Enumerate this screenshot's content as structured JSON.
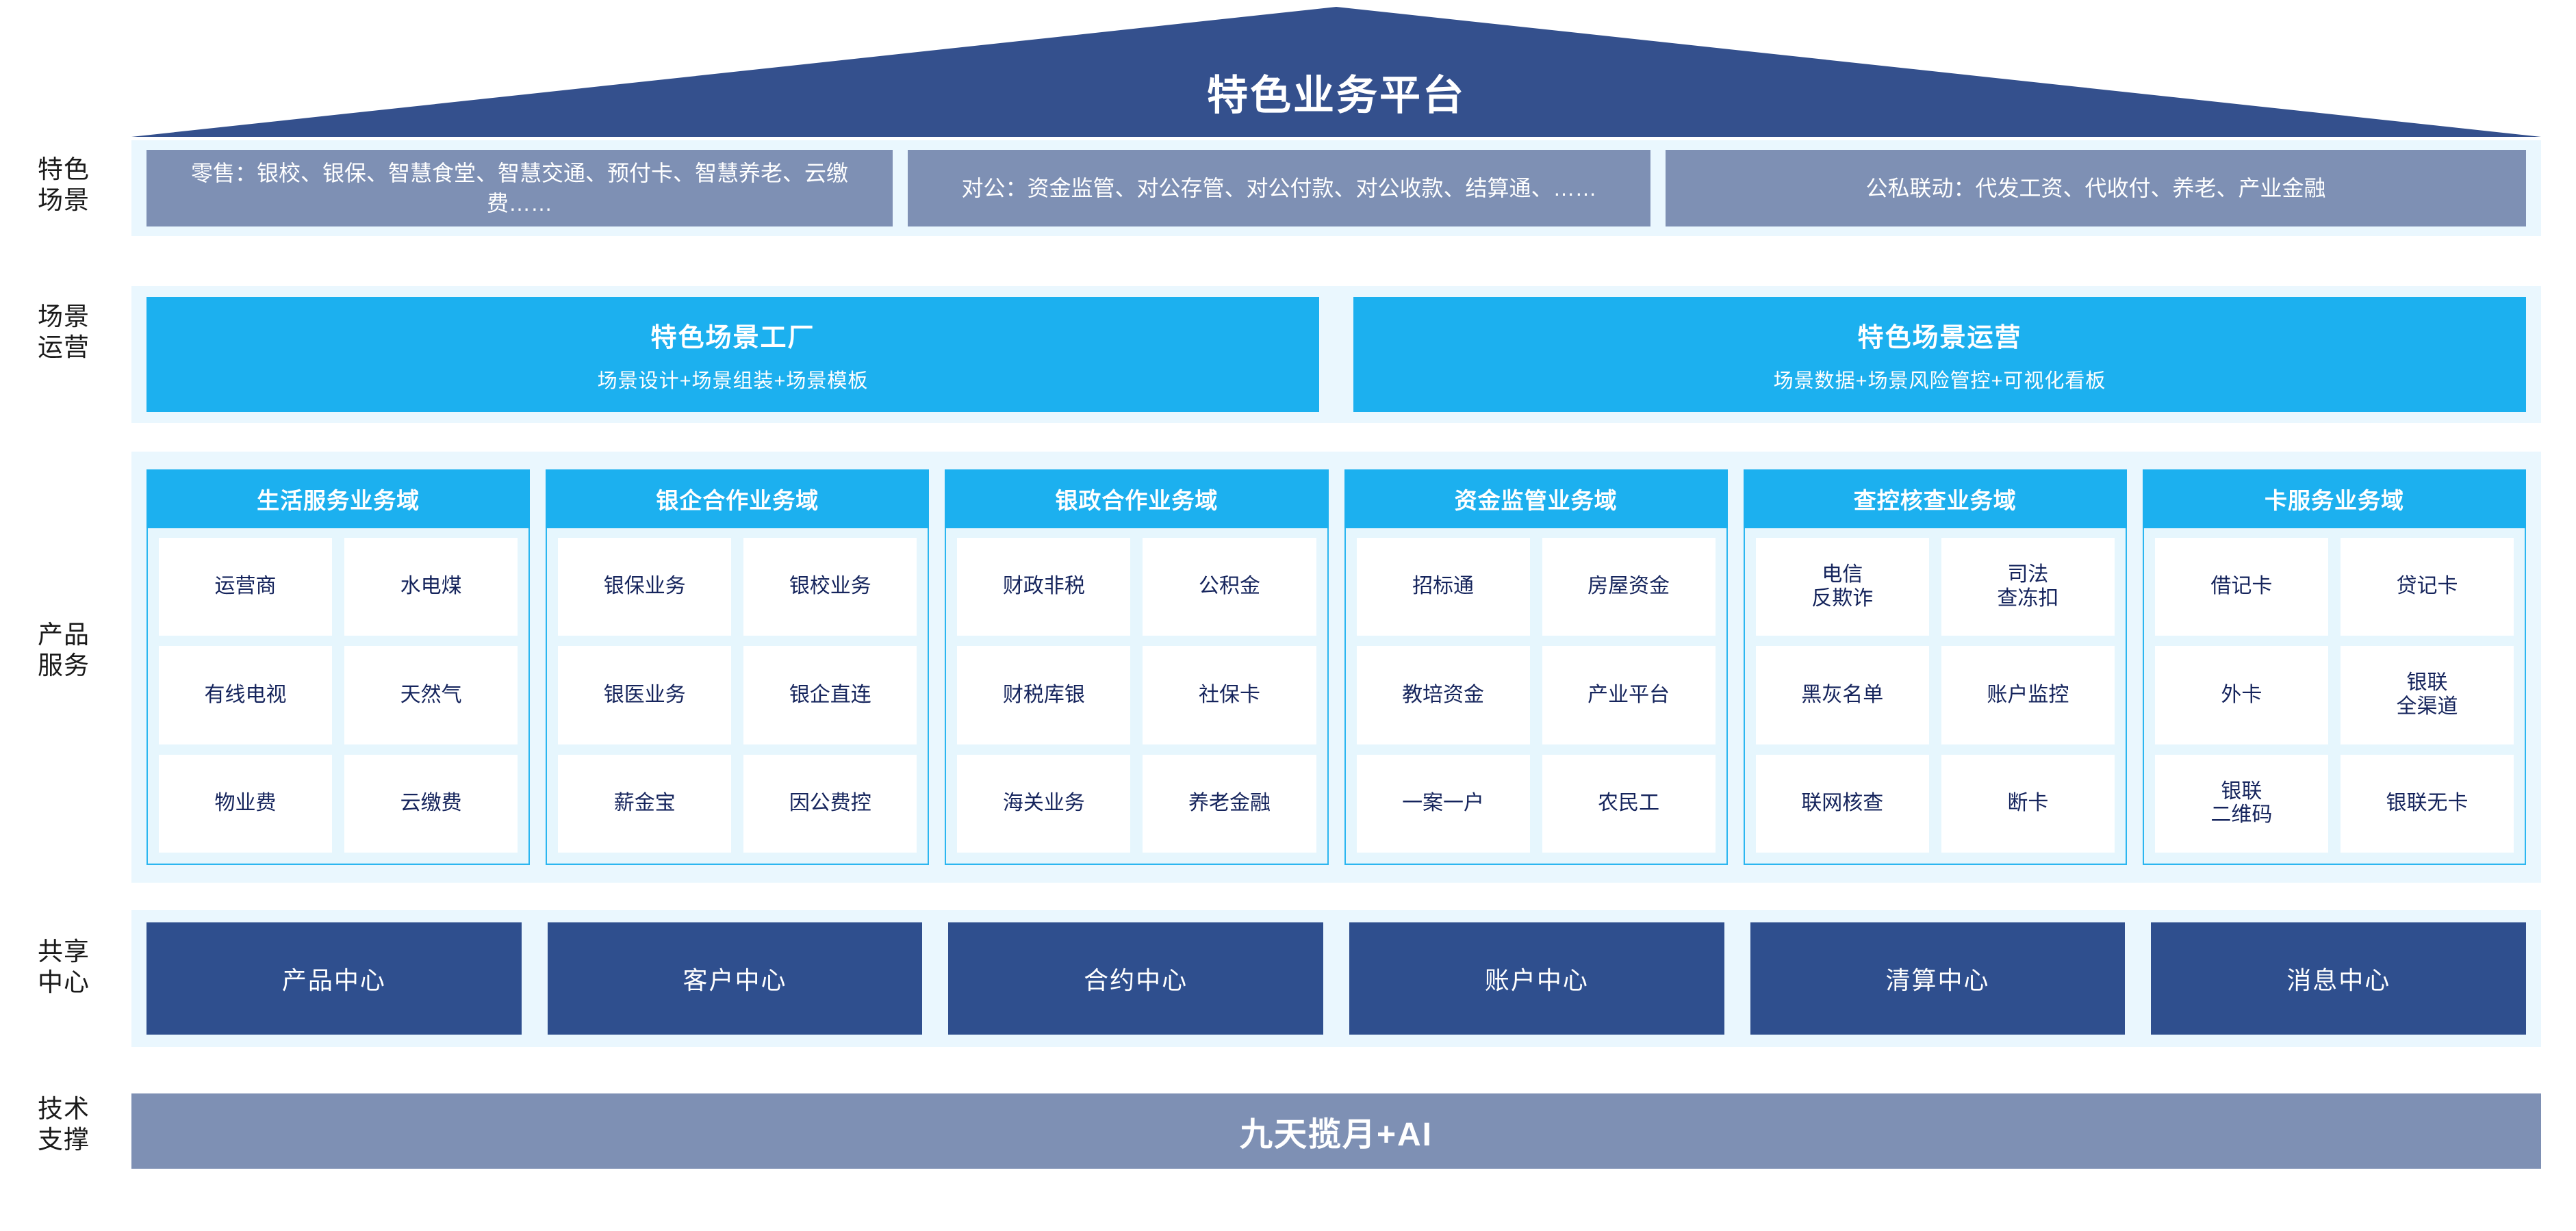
{
  "header": {
    "title": "特色业务平台"
  },
  "row_labels": {
    "scene": "特色\n场景",
    "operation": "场景\n运营",
    "product": "产品\n服务",
    "shared": "共享\n中心",
    "tech": "技术\n支撑"
  },
  "scene_band": {
    "boxes": [
      {
        "text": "零售：银校、银保、智慧食堂、智慧交通、预付卡、智慧养老、云缴费……"
      },
      {
        "text": "对公：资金监管、对公存管、对公付款、对公收款、结算通、……"
      },
      {
        "text": "公私联动：代发工资、代收付、养老、产业金融"
      }
    ]
  },
  "operation_band": {
    "boxes": [
      {
        "title": "特色场景工厂",
        "subtitle": "场景设计+场景组装+场景模板"
      },
      {
        "title": "特色场景运营",
        "subtitle": "场景数据+场景风险管控+可视化看板"
      }
    ]
  },
  "product_band": {
    "columns": [
      {
        "header": "生活服务业务域",
        "rows": [
          [
            "运营商",
            "水电煤"
          ],
          [
            "有线电视",
            "天然气"
          ],
          [
            "物业费",
            "云缴费"
          ]
        ]
      },
      {
        "header": "银企合作业务域",
        "rows": [
          [
            "银保业务",
            "银校业务"
          ],
          [
            "银医业务",
            "银企直连"
          ],
          [
            "薪金宝",
            "因公费控"
          ]
        ]
      },
      {
        "header": "银政合作业务域",
        "rows": [
          [
            "财政非税",
            "公积金"
          ],
          [
            "财税库银",
            "社保卡"
          ],
          [
            "海关业务",
            "养老金融"
          ]
        ]
      },
      {
        "header": "资金监管业务域",
        "rows": [
          [
            "招标通",
            "房屋资金"
          ],
          [
            "教培资金",
            "产业平台"
          ],
          [
            "一案一户",
            "农民工"
          ]
        ]
      },
      {
        "header": "查控核查业务域",
        "rows": [
          [
            "电信\n反欺诈",
            "司法\n查冻扣"
          ],
          [
            "黑灰名单",
            "账户监控"
          ],
          [
            "联网核查",
            "断卡"
          ]
        ]
      },
      {
        "header": "卡服务业务域",
        "rows": [
          [
            "借记卡",
            "贷记卡"
          ],
          [
            "外卡",
            "银联\n全渠道"
          ],
          [
            "银联\n二维码",
            "银联无卡"
          ]
        ]
      }
    ]
  },
  "shared_band": {
    "boxes": [
      "产品中心",
      "客户中心",
      "合约中心",
      "账户中心",
      "清算中心",
      "消息中心"
    ]
  },
  "tech_band": {
    "title": "九天揽月+AI"
  },
  "colors": {
    "roof_dark_blue": "#34508d",
    "scene_box_slate": "#7e90b4",
    "cyan_accent": "#1cb0ef",
    "band_light": "#eaf7fe",
    "domain_body_bg": "#e6f6fd",
    "domain_border": "#2bb6f0",
    "shared_navy": "#2f4f8e",
    "text_navy": "#15245c",
    "white": "#ffffff"
  }
}
